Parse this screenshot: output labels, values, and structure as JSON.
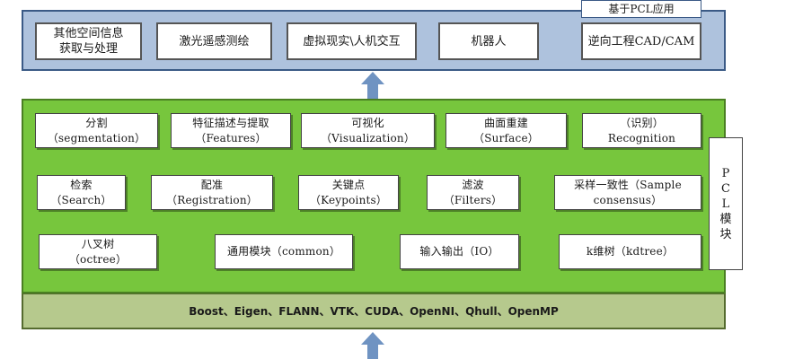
{
  "app_layer": {
    "tag": "基于PCL应用",
    "items": [
      "其他空间信息\n获取与处理",
      "激光遥感测绘",
      "虚拟现实\\人机交互",
      "机器人",
      "逆向工程CAD/CAM"
    ]
  },
  "pcl_layer": {
    "side_label": "P\nC\nL\n模\n块",
    "modules": [
      "分割\n（segmentation）",
      "特征描述与提取\n（Features）",
      "可视化\n（Visualization）",
      "曲面重建\n（Surface）",
      "（识别）\nRecognition",
      "检索\n（Search）",
      "配准\n（Registration）",
      "关键点\n（Keypoints）",
      "滤波\n（Filters）",
      "采样一致性（Sample\nconsensus）",
      "八叉树\n（octree）",
      "通用模块（common）",
      "输入输出（IO）",
      "k维树（kdtree）"
    ]
  },
  "deps_layer": {
    "text": "Boost、Eigen、FLANN、VTK、CUDA、OpenNI、Qhull、OpenMP"
  },
  "colors": {
    "app_bg": "#aec2dd",
    "pcl_bg": "#77c63d",
    "deps_bg": "#b6c98d",
    "arrow": "#6f93c2"
  }
}
